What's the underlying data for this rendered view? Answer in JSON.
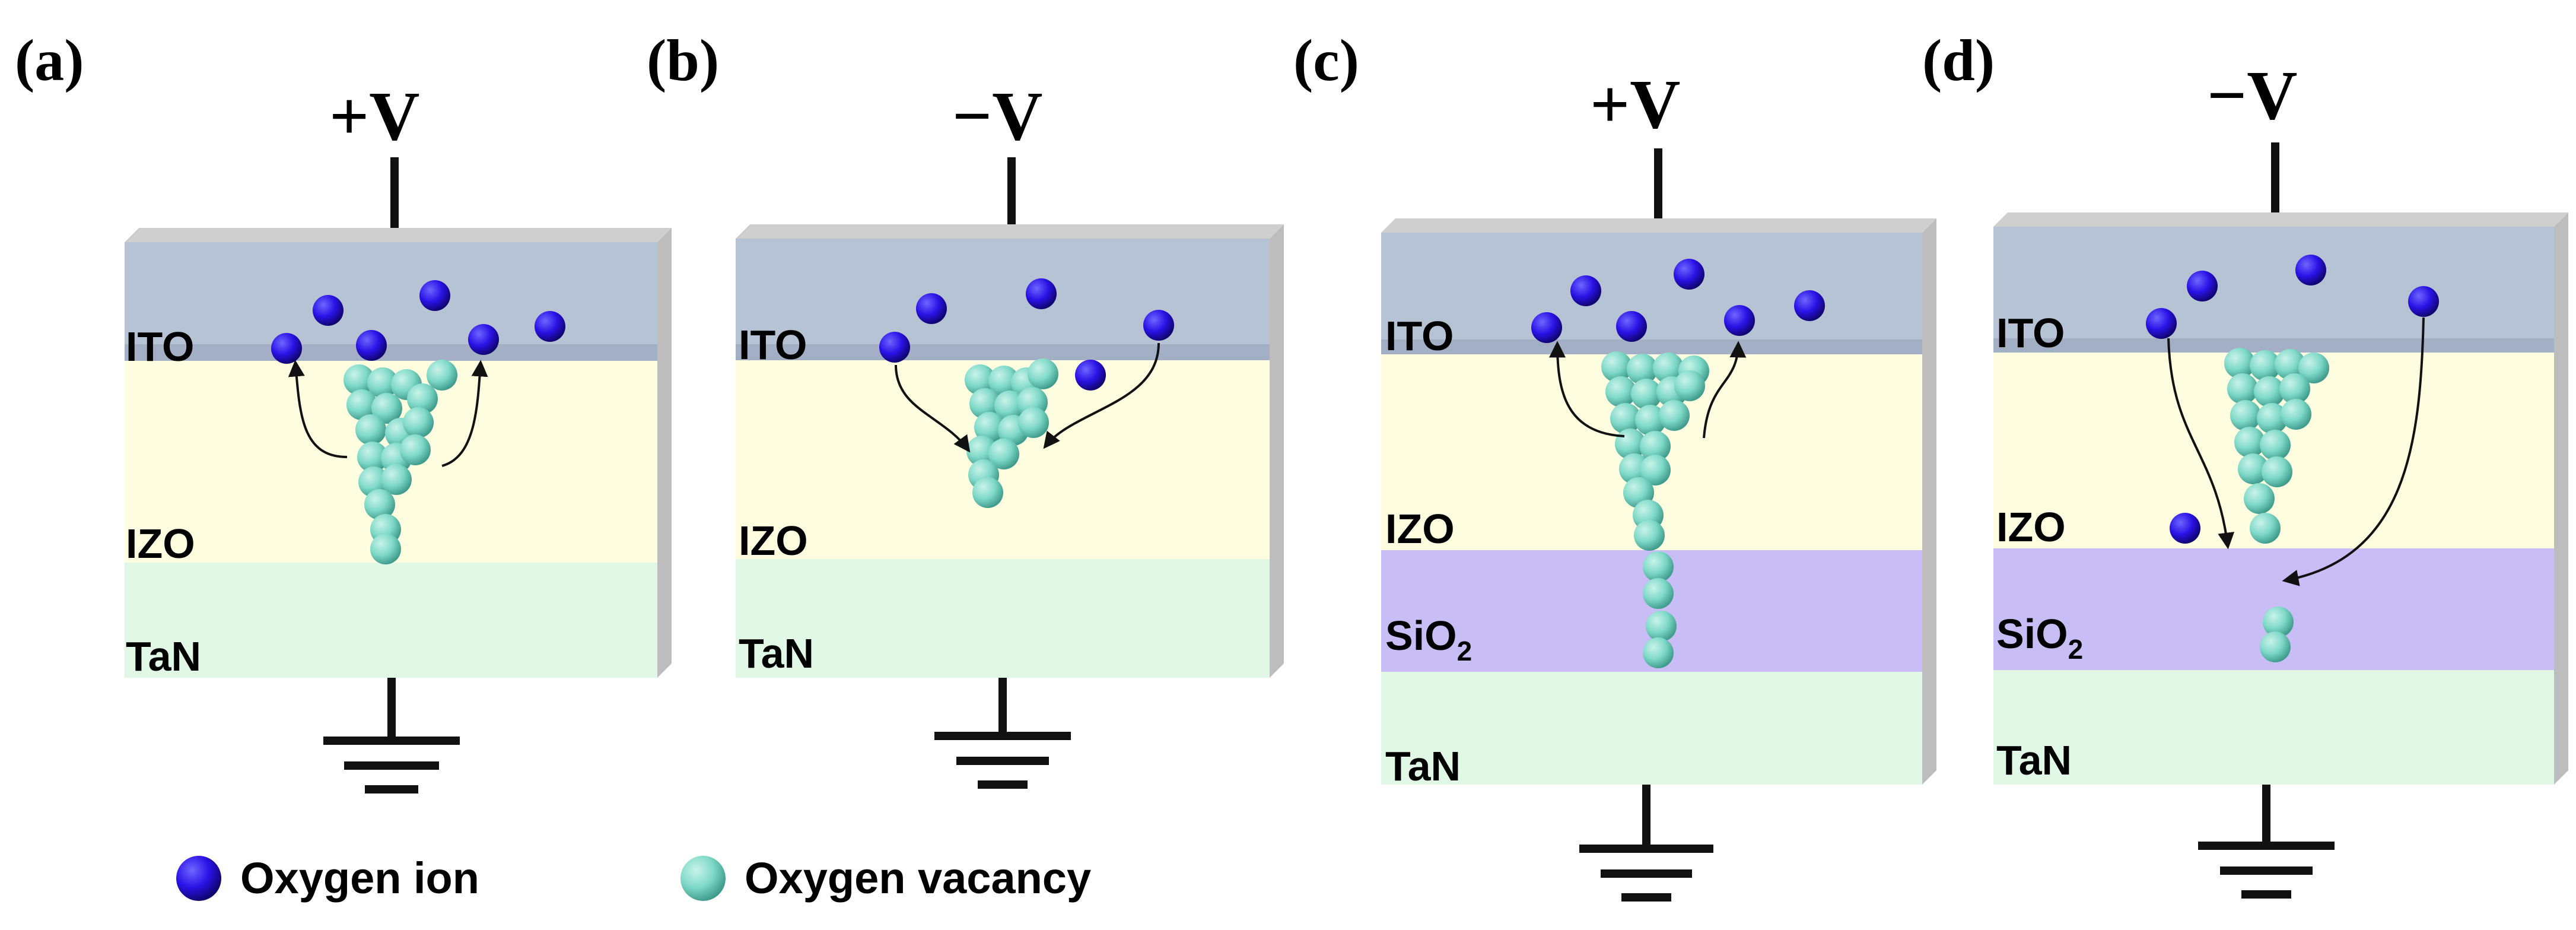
{
  "colors": {
    "ITO": "#b6c3d5",
    "IZO": "#fefde0",
    "SiO2": "#c9bdf5",
    "TaN": "#e2f8e6",
    "side": "#bdbdbd",
    "top": "#cfcfcf",
    "oxygen_ion": "#2a12e6",
    "oxygen_vacancy": "#7fd9c8"
  },
  "legend": {
    "oxygen_ion": "Oxygen ion",
    "oxygen_vacancy": "Oxygen vacancy"
  },
  "panels": [
    {
      "id": "a",
      "label": "(a)",
      "voltage": "+V",
      "layers": {
        "ITO": "ITO",
        "IZO": "IZO",
        "TaN": "TaN"
      }
    },
    {
      "id": "b",
      "label": "(b)",
      "voltage": "−V",
      "layers": {
        "ITO": "ITO",
        "IZO": "IZO",
        "TaN": "TaN"
      }
    },
    {
      "id": "c",
      "label": "(c)",
      "voltage": "+V",
      "layers": {
        "ITO": "ITO",
        "IZO": "IZO",
        "SiO2_base": "SiO",
        "SiO2_sub": "2",
        "TaN": "TaN"
      }
    },
    {
      "id": "d",
      "label": "(d)",
      "voltage": "−V",
      "layers": {
        "ITO": "ITO",
        "IZO": "IZO",
        "SiO2_base": "SiO",
        "SiO2_sub": "2",
        "TaN": "TaN"
      }
    }
  ]
}
